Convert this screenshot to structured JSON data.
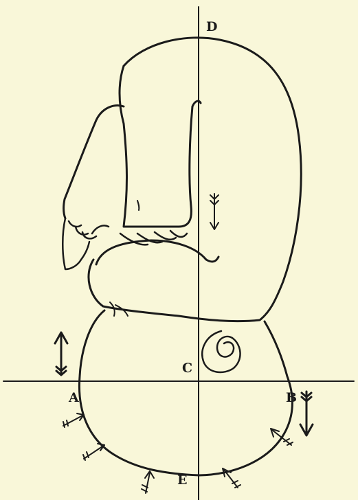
{
  "diagram": {
    "labels": {
      "a": "A",
      "b": "B",
      "c": "C",
      "d": "D",
      "e": "E"
    },
    "colors": {
      "background": "#f9f7d9",
      "ink": "#1b1b1b"
    },
    "icons": [
      "arrow-up-icon",
      "arrow-down-icon",
      "pressure-arrow-icon"
    ]
  }
}
